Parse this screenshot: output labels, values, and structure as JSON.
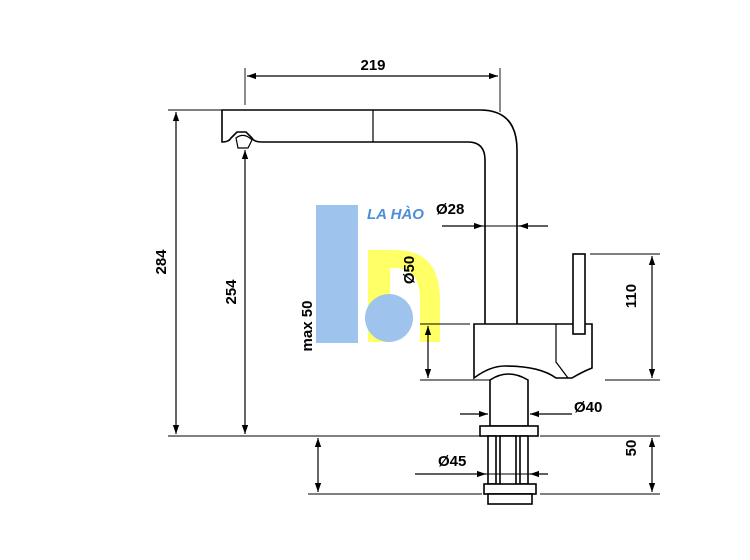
{
  "dimensions": {
    "total_width": "219",
    "total_height": "284",
    "spout_height": "254",
    "max_deck": "max 50",
    "neck_diameter": "Ø28",
    "body_diameter": "Ø50",
    "base_diameter": "Ø40",
    "shank_diameter": "Ø45",
    "lever_height": "110",
    "shank_length": "50"
  },
  "watermark": {
    "text": "LA HÀO",
    "colors": {
      "blue": "#9ec3ec",
      "yellow": "#ffff66",
      "text": "#4d8fd6"
    }
  }
}
